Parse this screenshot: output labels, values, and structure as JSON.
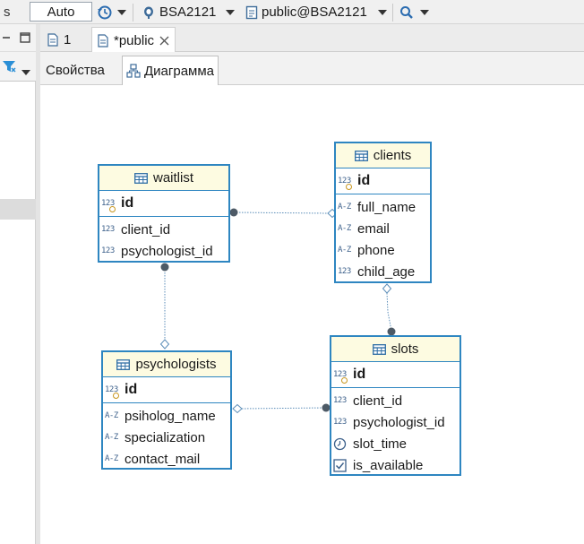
{
  "toolbar": {
    "stub_label": "s",
    "transaction_mode": "Auto",
    "connection": "BSA2121",
    "schema": "public@BSA2121"
  },
  "editor_tabs": [
    {
      "label": "1"
    },
    {
      "label": "*public"
    }
  ],
  "sub_tabs": [
    {
      "label": "Свойства"
    },
    {
      "label": "Диаграмма"
    }
  ],
  "colors": {
    "entity_border": "#2e86c1",
    "entity_header": "#fdfbe1",
    "link": "#5b8db8",
    "dot": "#4d5a66"
  },
  "entities": {
    "waitlist": {
      "title": "waitlist",
      "pk": {
        "type": "123",
        "name": "id"
      },
      "columns": [
        {
          "type": "123",
          "name": "client_id"
        },
        {
          "type": "123",
          "name": "psychologist_id"
        }
      ]
    },
    "clients": {
      "title": "clients",
      "pk": {
        "type": "123",
        "name": "id"
      },
      "columns": [
        {
          "type": "A-Z",
          "name": "full_name"
        },
        {
          "type": "A-Z",
          "name": "email"
        },
        {
          "type": "A-Z",
          "name": "phone"
        },
        {
          "type": "123",
          "name": "child_age"
        }
      ]
    },
    "psychologists": {
      "title": "psychologists",
      "pk": {
        "type": "123",
        "name": "id"
      },
      "columns": [
        {
          "type": "A-Z",
          "name": "psiholog_name"
        },
        {
          "type": "A-Z",
          "name": "specialization"
        },
        {
          "type": "A-Z",
          "name": "contact_mail"
        }
      ]
    },
    "slots": {
      "title": "slots",
      "pk": {
        "type": "123",
        "name": "id"
      },
      "columns": [
        {
          "type": "123",
          "name": "client_id"
        },
        {
          "type": "123",
          "name": "psychologist_id"
        },
        {
          "type": "clock",
          "name": "slot_time"
        },
        {
          "type": "check",
          "name": "is_available"
        }
      ]
    }
  }
}
